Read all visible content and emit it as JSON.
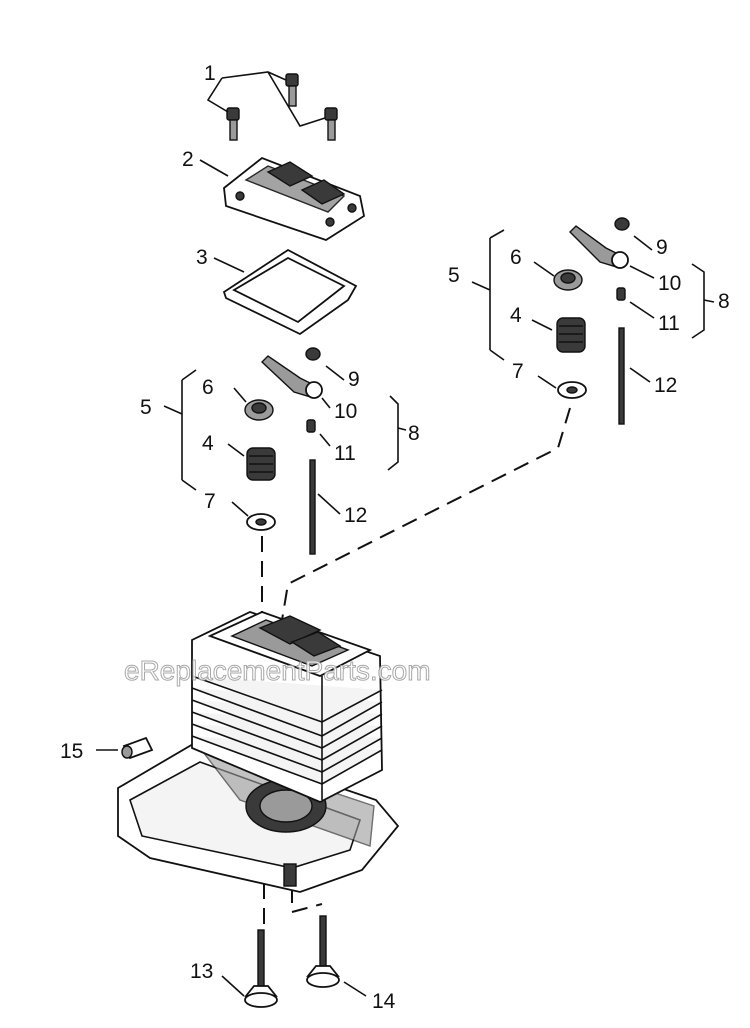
{
  "watermark": "eReplacementParts.com",
  "callouts": {
    "c1": "1",
    "c2": "2",
    "c3": "3",
    "left": {
      "c5": "5",
      "c6": "6",
      "c4": "4",
      "c7": "7",
      "c9": "9",
      "c10": "10",
      "c11": "11",
      "c8": "8",
      "c12": "12"
    },
    "right": {
      "c5": "5",
      "c6": "6",
      "c4": "4",
      "c7": "7",
      "c9": "9",
      "c10": "10",
      "c11": "11",
      "c8": "8",
      "c12": "12"
    },
    "c13": "13",
    "c14": "14",
    "c15": "15"
  }
}
